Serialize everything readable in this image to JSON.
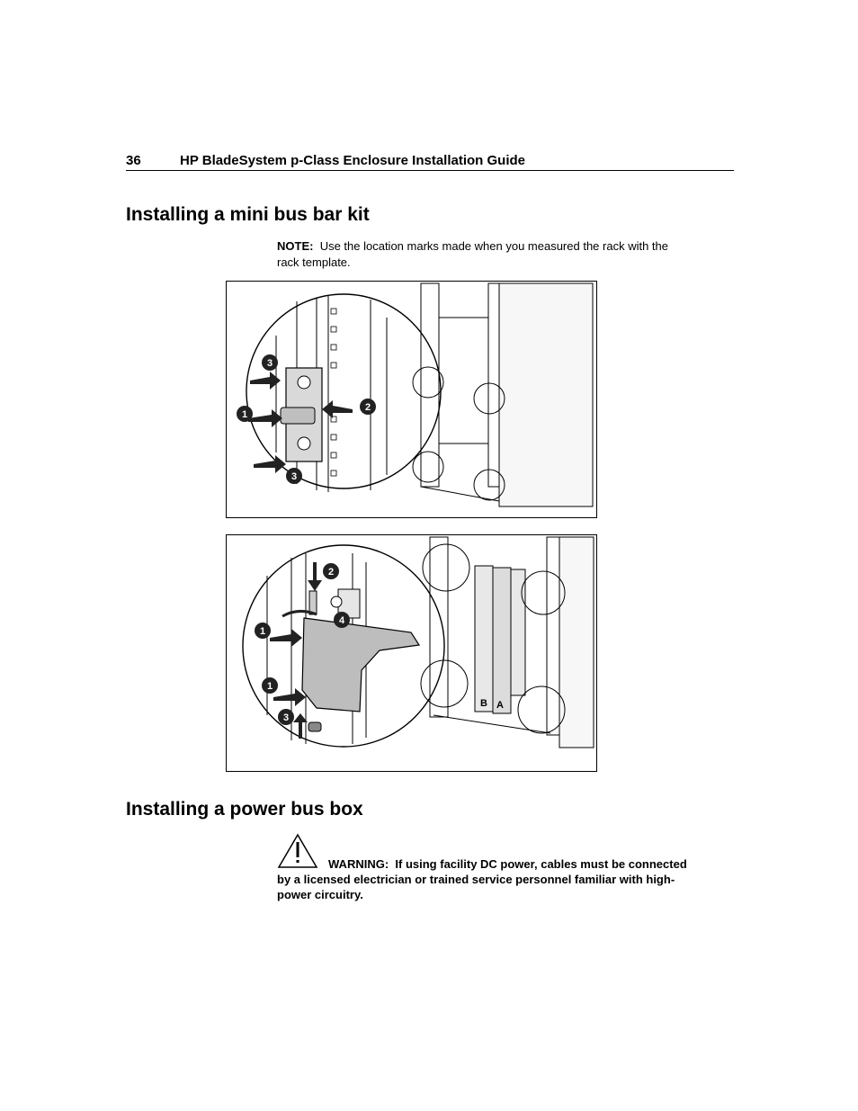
{
  "header": {
    "page_number": "36",
    "title": "HP BladeSystem p-Class Enclosure Installation Guide"
  },
  "section1": {
    "heading": "Installing a mini bus bar kit",
    "note_label": "NOTE:",
    "note_text": "Use the location marks made when you measured the rack with the rack template."
  },
  "figure1": {
    "callouts": [
      "3",
      "2",
      "1",
      "3"
    ]
  },
  "figure2": {
    "callouts": [
      "2",
      "4",
      "1",
      "1",
      "3"
    ],
    "labels": [
      "B",
      "A"
    ]
  },
  "section2": {
    "heading": "Installing a power bus box",
    "warning_label": "WARNING:",
    "warning_text": "If using facility DC power, cables must be connected by a licensed electrician or trained service personnel familiar with high-power circuitry."
  }
}
